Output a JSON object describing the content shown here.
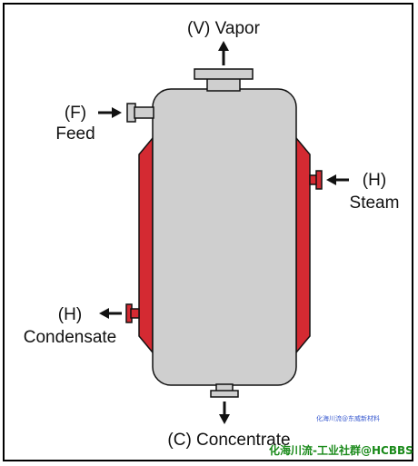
{
  "labels": {
    "vapor": "(V) Vapor",
    "feed_code": "(F)",
    "feed": "Feed",
    "steam_code": "(H)",
    "steam": "Steam",
    "condensate_code": "(H)",
    "condensate": "Condensate",
    "concentrate": "(C) Concentrate"
  },
  "watermarks": {
    "small": "化海川流@东威新材料",
    "main": "化海川流-工业社群@HCBBS"
  },
  "colors": {
    "vessel_fill": "#cfcfcf",
    "jacket_fill": "#d42a32",
    "outline": "#111111",
    "watermark_main": "#1a8a1a"
  }
}
